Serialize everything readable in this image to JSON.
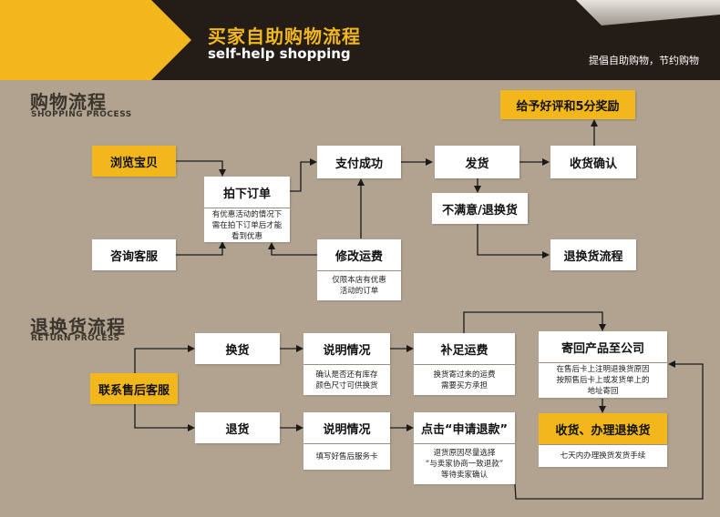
{
  "header": {
    "title": "买家自助购物流程",
    "subtitle": "self-help shopping",
    "right_text": "提倡自助购物，节约购物"
  },
  "shopping": {
    "title": "购物流程",
    "subtitle": "SHOPPING PROCESS",
    "reward": "给予好评和5分奖励",
    "browse": "浏览宝贝",
    "consult": "咨询客服",
    "place_order": "拍下订单",
    "place_order_note": "有优惠活动的情况下\n需在拍下订单后才能\n看到优惠",
    "pay_success": "支付成功",
    "modify_fee": "修改运费",
    "modify_fee_note": "仅限本店有优惠\n活动的订单",
    "ship": "发货",
    "confirm": "收货确认",
    "unsatisfied": "不满意/退换货",
    "return_flow": "退换货流程"
  },
  "returns": {
    "title": "退换货流程",
    "subtitle": "RETURN PROCESS",
    "contact": "联系售后客服",
    "exchange": "换货",
    "refund": "退货",
    "explain1": "说明情况",
    "explain1_note": "确认是否还有库存\n颜色尺寸可供换货",
    "explain2": "说明情况",
    "explain2_note": "填写好售后服务卡",
    "shipping_fee": "补足运费",
    "shipping_fee_note": "换货寄过来的运费\n需要买方承担",
    "apply_refund": "点击“申请退款”",
    "apply_refund_note": "退货原因尽量选择\n“与卖家协商一致退款”\n等待卖家确认",
    "send_back": "寄回产品至公司",
    "send_back_note": "在售后卡上注明退换货原因\n按照售后卡上或发货单上的\n地址寄回",
    "receive": "收货、办理退换货",
    "receive_note": "七天内办理换货发货手续"
  },
  "colors": {
    "yellow": "#f2b71a",
    "dark": "#241c16",
    "background": "#b1a38f",
    "line": "#1a1a1a"
  }
}
